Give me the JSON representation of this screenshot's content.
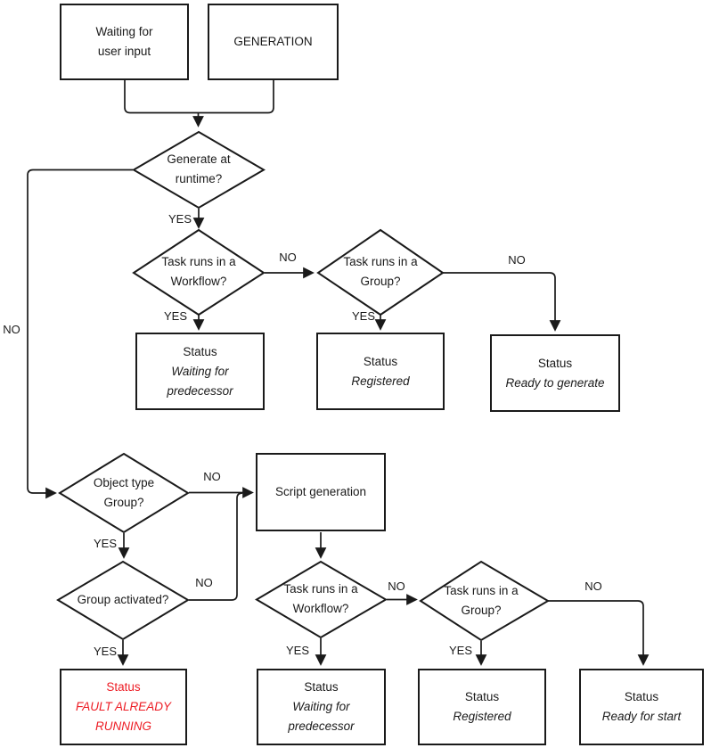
{
  "colors": {
    "line": "#1a1a1a",
    "fault": "#ed1c24",
    "background": "#ffffff"
  },
  "edge_labels": {
    "yes": "YES",
    "no": "NO"
  },
  "process": {
    "waiting_user_input": {
      "lines": [
        "Waiting for",
        "user input"
      ]
    },
    "generation": {
      "lines": [
        "GENERATION"
      ]
    },
    "script_generation": {
      "lines": [
        "Script generation"
      ]
    }
  },
  "decisions": {
    "generate_at_runtime": {
      "lines": [
        "Generate at",
        "runtime?"
      ]
    },
    "task_runs_in_workflow_1": {
      "lines": [
        "Task runs in a",
        "Workflow?"
      ]
    },
    "task_runs_in_group_1": {
      "lines": [
        "Task runs in a",
        "Group?"
      ]
    },
    "object_type_group": {
      "lines": [
        "Object type",
        "Group?"
      ]
    },
    "group_activated": {
      "lines": [
        "Group activated?"
      ]
    },
    "task_runs_in_workflow_2": {
      "lines": [
        "Task runs in a",
        "Workflow?"
      ]
    },
    "task_runs_in_group_2": {
      "lines": [
        "Task runs in a",
        "Group?"
      ]
    }
  },
  "status": {
    "waiting_predecessor_1": {
      "title": "Status",
      "value_lines": [
        "Waiting for",
        "predecessor"
      ]
    },
    "registered_1": {
      "title": "Status",
      "value_lines": [
        "Registered"
      ]
    },
    "ready_to_generate": {
      "title": "Status",
      "value_lines": [
        "Ready to generate"
      ]
    },
    "fault_already_running": {
      "title": "Status",
      "value_lines": [
        "FAULT ALREADY",
        "RUNNING"
      ],
      "color": "#ed1c24"
    },
    "waiting_predecessor_2": {
      "title": "Status",
      "value_lines": [
        "Waiting for",
        "predecessor"
      ]
    },
    "registered_2": {
      "title": "Status",
      "value_lines": [
        "Registered"
      ]
    },
    "ready_for_start": {
      "title": "Status",
      "value_lines": [
        "Ready for start"
      ]
    }
  }
}
